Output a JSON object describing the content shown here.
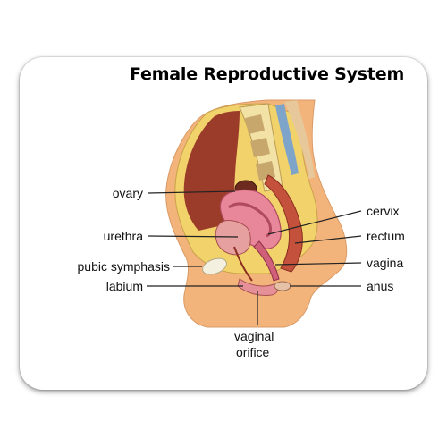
{
  "title": "Female Reproductive System",
  "labels": {
    "ovary": "ovary",
    "urethra": "urethra",
    "pubic_symphasis": "pubic symphasis",
    "labium": "labium",
    "cervix": "cervix",
    "rectum": "rectum",
    "vagina": "vagina",
    "anus": "anus",
    "vaginal_orifice_line1": "vaginal",
    "vaginal_orifice_line2": "orifice"
  },
  "colors": {
    "skin": "#f3b47c",
    "skin_dark": "#d9894e",
    "bladder_dark": "#9b3b2a",
    "uterus": "#e8869a",
    "spine": "#f3e2a6",
    "fat_yellow": "#f2d36b",
    "rectum": "#c4513c"
  }
}
